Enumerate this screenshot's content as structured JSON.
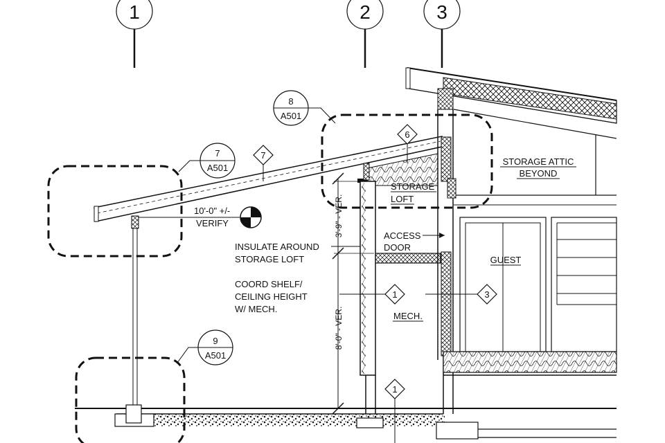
{
  "grid_lines": [
    "1",
    "2",
    "3"
  ],
  "callouts": {
    "c8": {
      "num": "8",
      "sheet": "A501"
    },
    "c7": {
      "num": "7",
      "sheet": "A501"
    },
    "c9": {
      "num": "9",
      "sheet": "A501"
    }
  },
  "tags": {
    "t6": "6",
    "t7": "7",
    "t1a": "1",
    "t3": "3",
    "t1b": "1"
  },
  "rooms": {
    "storage_attic_1": "STORAGE ATTIC",
    "storage_attic_2": "BEYOND",
    "storage_loft_1": "STORAGE",
    "storage_loft_2": "LOFT",
    "guest": "GUEST",
    "mech": "MECH."
  },
  "notes": {
    "dim_10_1": "10'-0\" +/-",
    "dim_10_2": "VERIFY",
    "access_1": "ACCESS",
    "access_2": "DOOR",
    "insulate_1": "INSULATE AROUND",
    "insulate_2": "STORAGE LOFT",
    "coord_1": "COORD SHELF/",
    "coord_2": "CEILING HEIGHT",
    "coord_3": "W/ MECH."
  },
  "dims": {
    "upper": "3'-9\" - VER.",
    "lower": "8'-0\" - VER."
  }
}
